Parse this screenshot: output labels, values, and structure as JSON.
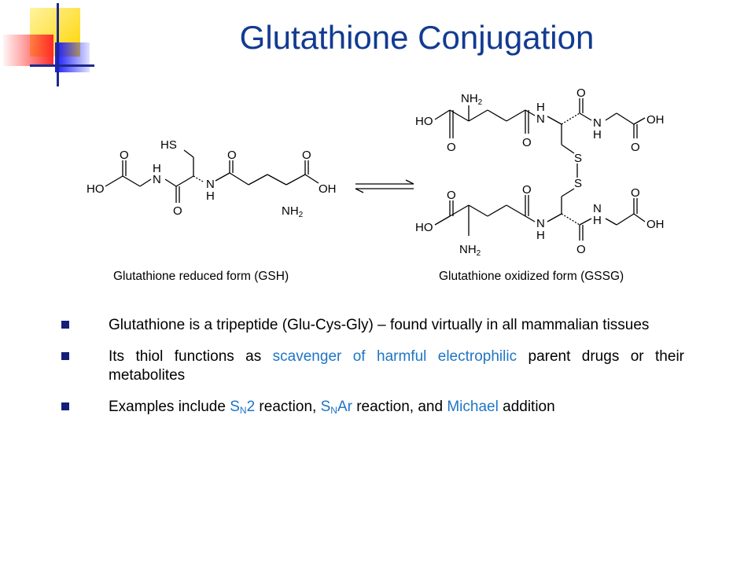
{
  "title": "Glutathione Conjugation",
  "diagram": {
    "gsh": {
      "hs": "HS",
      "ho": "HO",
      "o1": "O",
      "o2": "O",
      "o3": "O",
      "o4": "O",
      "n1": "N",
      "h1": "H",
      "n2": "N",
      "h2": "H",
      "oh": "OH",
      "nh2": "NH",
      "nh2_sub": "2",
      "caption": "Glutathione reduced form (GSH)"
    },
    "gssg": {
      "top_nh2": "NH",
      "top_nh2_sub": "2",
      "top_ho": "HO",
      "top_o1": "O",
      "top_o2": "O",
      "top_o3": "O",
      "top_o4": "O",
      "top_n1": "N",
      "top_h1": "H",
      "top_n2": "N",
      "top_h2": "H",
      "top_oh": "OH",
      "s1": "S",
      "s2": "S",
      "bot_ho": "HO",
      "bot_o1": "O",
      "bot_o2": "O",
      "bot_o3": "O",
      "bot_o4": "O",
      "bot_n1": "N",
      "bot_h1": "H",
      "bot_n2": "N",
      "bot_h2": "H",
      "bot_oh": "OH",
      "bot_nh2": "NH",
      "bot_nh2_sub": "2",
      "caption": "Glutathione oxidized form (GSSG)"
    }
  },
  "bullets": {
    "b1": "Glutathione is a tripeptide (Glu-Cys-Gly) – found virtually in all mammalian tissues",
    "b2_pre": "Its thiol functions as ",
    "b2_hl": "scavenger of harmful electrophilic",
    "b2_post": " parent drugs or their metabolites",
    "b3_pre": "Examples include ",
    "b3_s1": "S",
    "b3_n1": "N",
    "b3_21": "2",
    "b3_mid1": " reaction, ",
    "b3_s2": "S",
    "b3_n2": "N",
    "b3_ar": "Ar",
    "b3_mid2": " reaction, and ",
    "b3_michael": "Michael",
    "b3_end": " addition"
  },
  "colors": {
    "title": "#123b91",
    "highlight": "#1f75c4",
    "bullet_marker": "#121e78",
    "deco_yellow": "#ffd400",
    "deco_red": "#ff2a2a",
    "deco_blue": "#1717ff"
  }
}
